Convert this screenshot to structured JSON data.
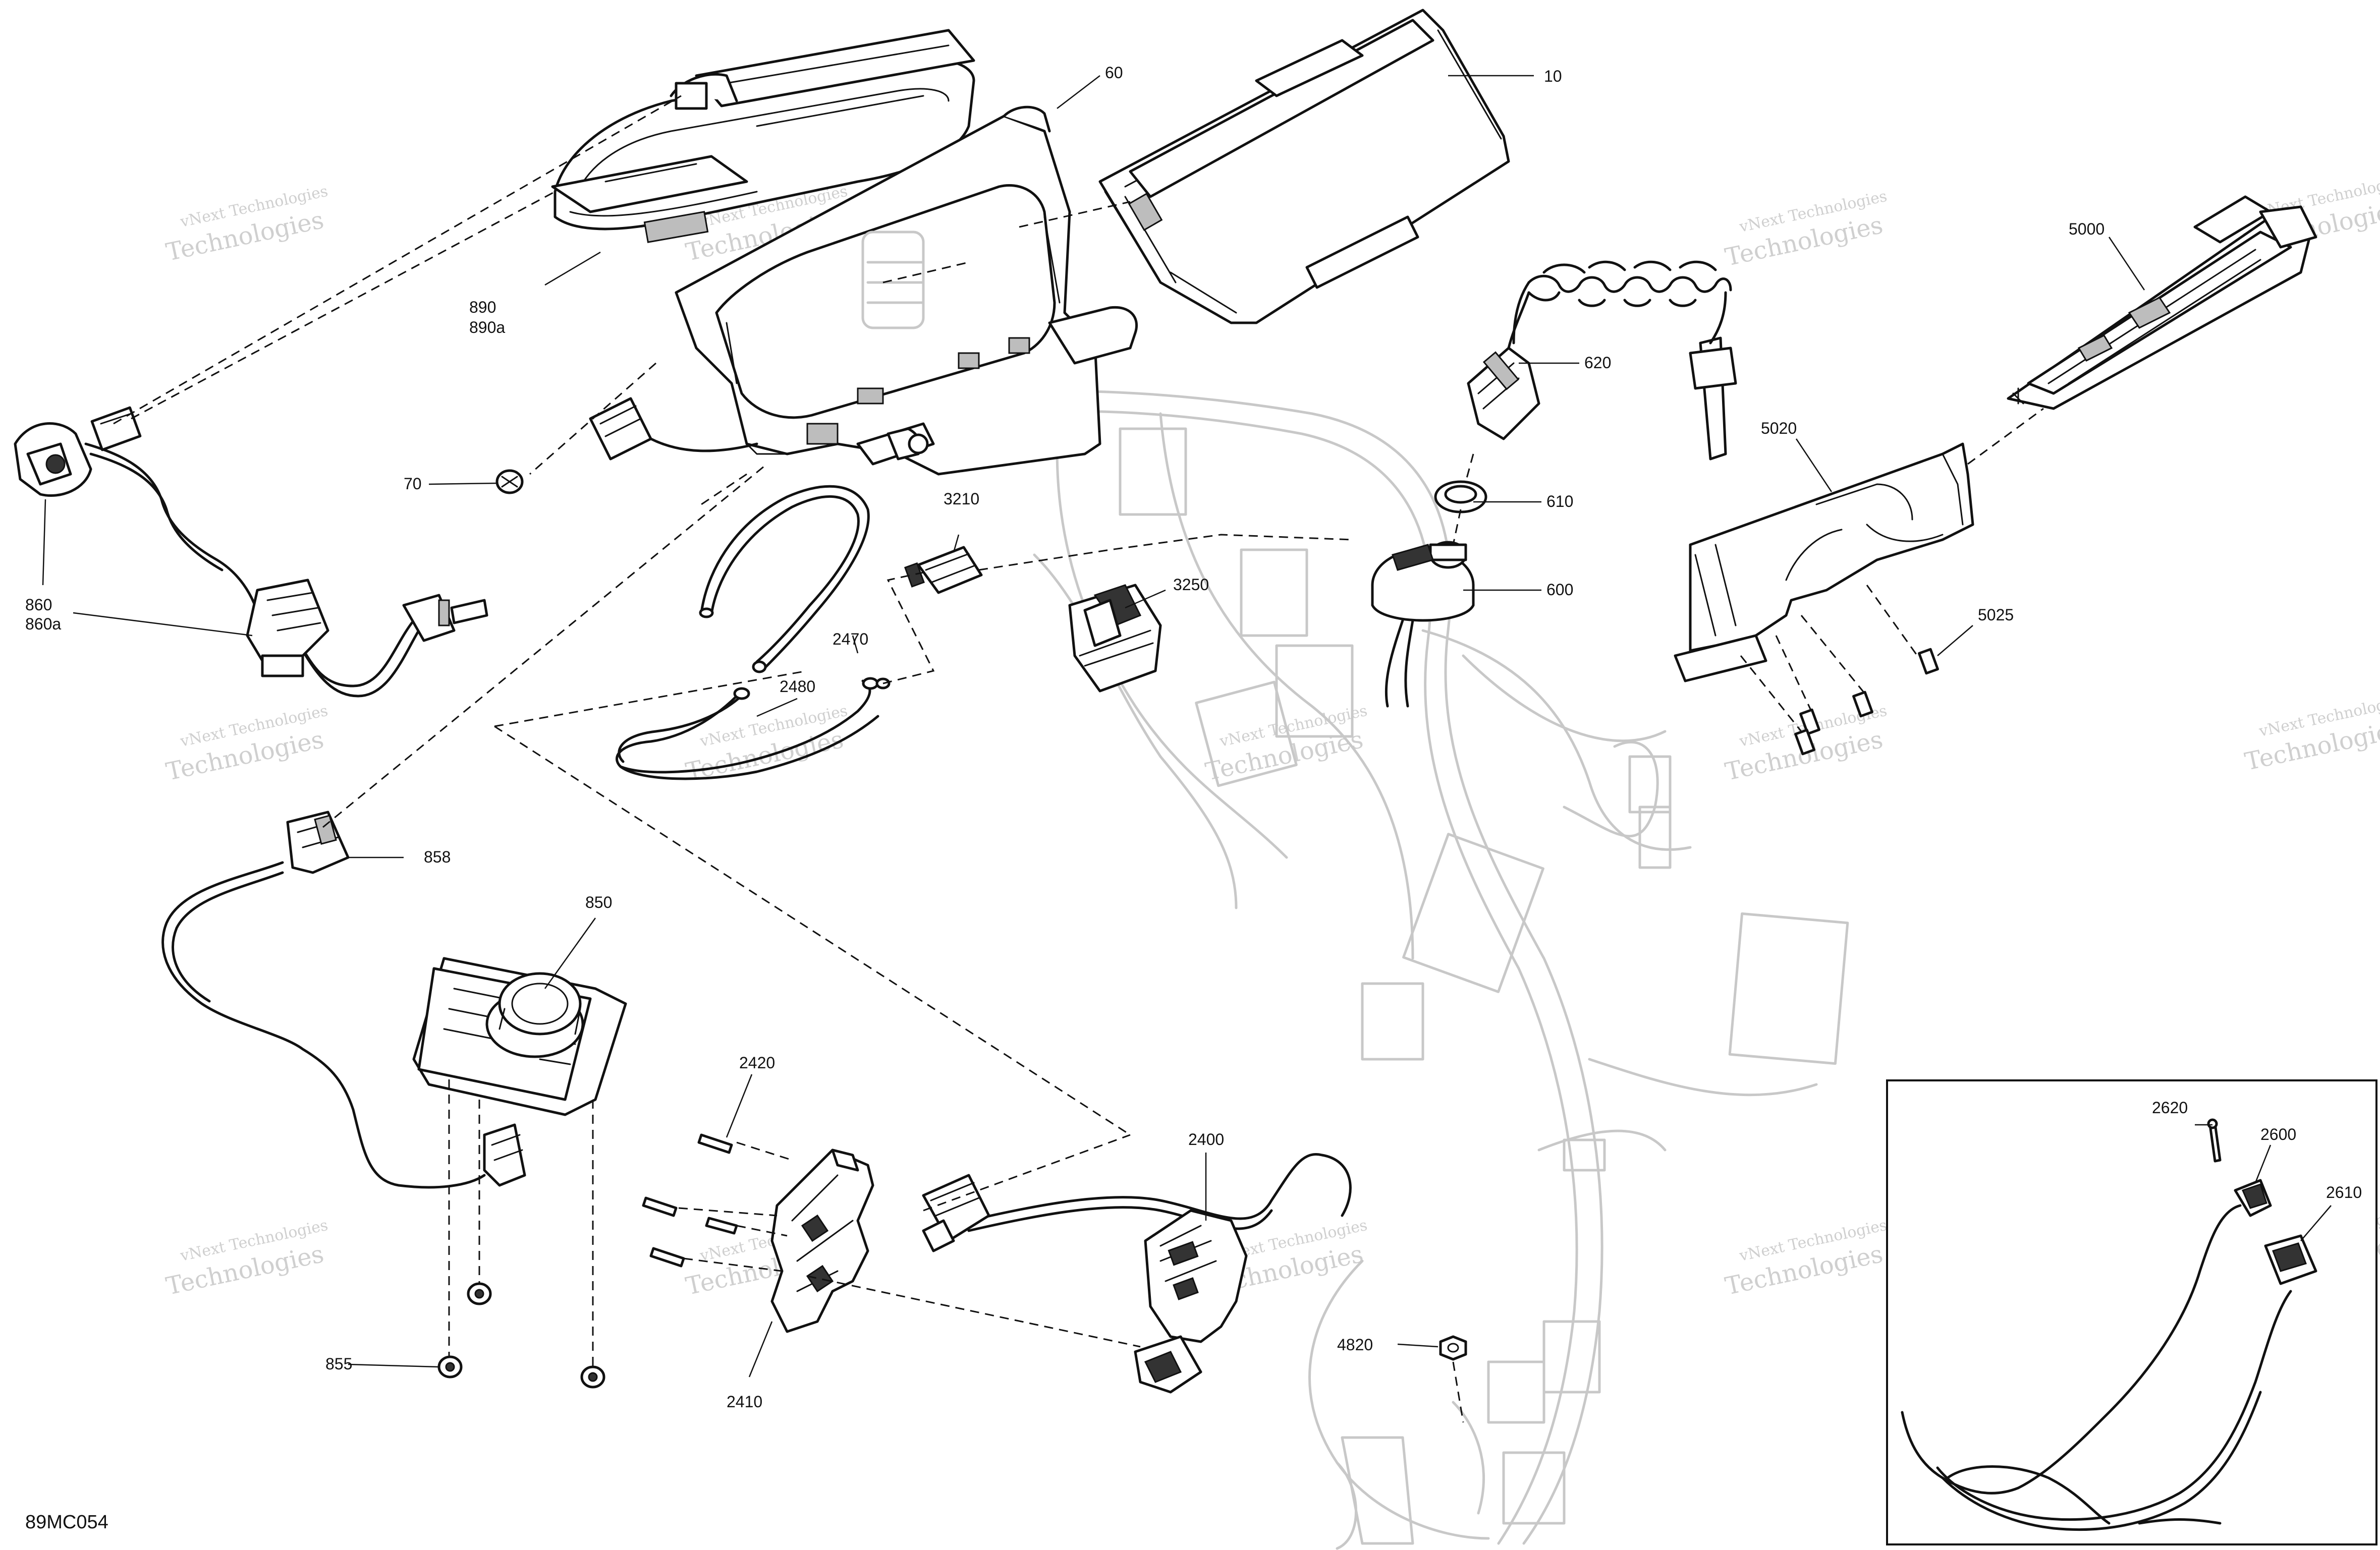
{
  "drawing_code": "89MC054",
  "watermark": {
    "line1": "vNext Technologies",
    "line2": "Technologies"
  },
  "callouts": {
    "p10": "10",
    "p60": "60",
    "p70": "70",
    "p850": "850",
    "p855": "855",
    "p858": "858",
    "p860": "860",
    "p860a": "860a",
    "p890": "890",
    "p890a": "890a",
    "p600": "600",
    "p610": "610",
    "p620": "620",
    "p2400": "2400",
    "p2410": "2410",
    "p2420": "2420",
    "p2470": "2470",
    "p2480": "2480",
    "p2600": "2600",
    "p2610": "2610",
    "p2620": "2620",
    "p3210": "3210",
    "p3250": "3250",
    "p4820": "4820",
    "p5000": "5000",
    "p5020": "5020",
    "p5025": "5025"
  }
}
